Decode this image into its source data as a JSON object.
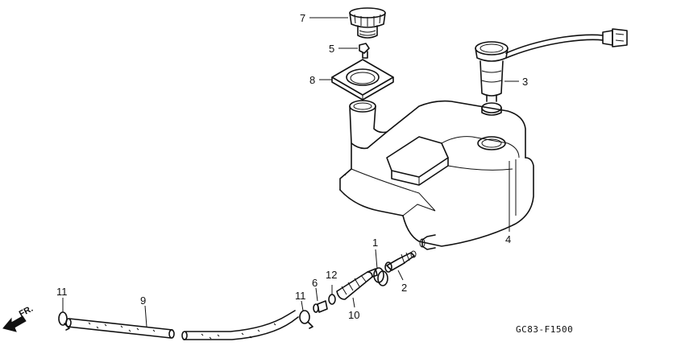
{
  "callouts": {
    "c1": "1",
    "c2": "2",
    "c3": "3",
    "c4": "4",
    "c5": "5",
    "c6": "6",
    "c7": "7",
    "c8": "8",
    "c9": "9",
    "c10": "10",
    "c11a": "11",
    "c11b": "11",
    "c12": "12"
  },
  "direction_label": "FR.",
  "diagram_code": "GC83-F1500"
}
